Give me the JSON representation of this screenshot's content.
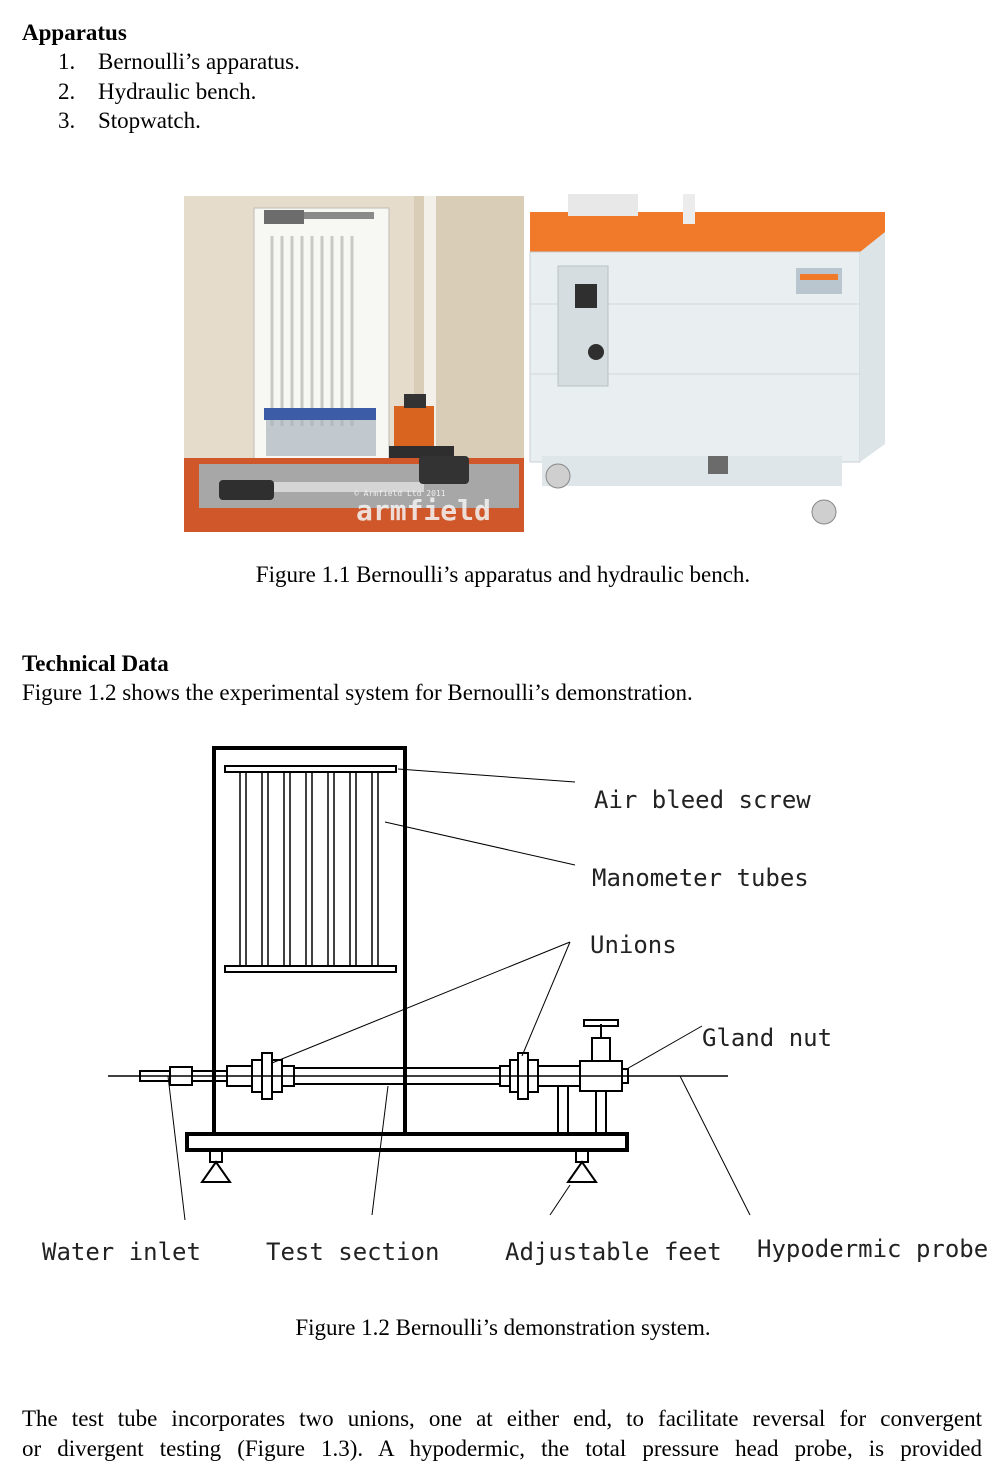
{
  "apparatus": {
    "heading": "Apparatus",
    "items": [
      {
        "num": "1.",
        "text": "Bernoulli’s apparatus."
      },
      {
        "num": "2.",
        "text": "Hydraulic bench."
      },
      {
        "num": "3.",
        "text": "Stopwatch."
      }
    ]
  },
  "figure1": {
    "photo_left_watermark": "armfield",
    "photo_left_copyright": "© Armfield Ltd 2011",
    "caption": "Figure 1.1 Bernoulli’s apparatus and hydraulic bench."
  },
  "technical": {
    "heading": "Technical Data",
    "intro": "Figure 1.2 shows the experimental system for Bernoulli’s demonstration."
  },
  "figure2": {
    "labels": {
      "air_bleed": "Air bleed screw",
      "manometer": "Manometer tubes",
      "unions": "Unions",
      "gland_nut": "Gland nut",
      "water_inlet": "Water inlet",
      "test_section": "Test section",
      "adjustable_feet": "Adjustable feet",
      "hypodermic_probe": "Hypodermic probe"
    },
    "caption": "Figure 1.2 Bernoulli’s demonstration system."
  },
  "body": {
    "line1": "The test tube incorporates two unions, one at either end, to facilitate reversal for convergent",
    "line2": "or divergent testing (Figure 1.3). A hypodermic, the total pressure head probe, is provided"
  },
  "colors": {
    "bench_orange": "#f07a2a",
    "bench_body": "#e9eef0",
    "wall": "#e8dcc8"
  }
}
